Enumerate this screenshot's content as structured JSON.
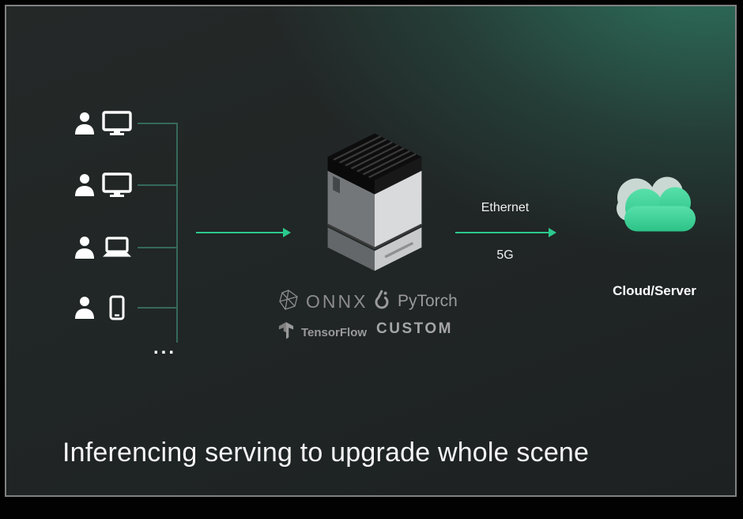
{
  "slide": {
    "title": "Inferencing serving to upgrade whole scene",
    "ellipsis": "...",
    "users": {
      "rows": [
        {
          "device": "desktop"
        },
        {
          "device": "desktop"
        },
        {
          "device": "laptop"
        },
        {
          "device": "phone"
        }
      ]
    },
    "frameworks": {
      "onnx": "ONNX",
      "pytorch": "PyTorch",
      "tensorflow": "TensorFlow",
      "custom": "CUSTOM"
    },
    "connection": {
      "label_top": "Ethernet",
      "label_bottom": "5G"
    },
    "cloud": {
      "label": "Cloud/Server"
    },
    "colors": {
      "accent_green": "#2bc98e",
      "connector_teal": "#35695b",
      "cloud_green": "#3fd69c",
      "cloud_pale": "#c9d8d2",
      "background_teal_glow": "#2e7560",
      "framework_gray": "#9a9a9a"
    }
  }
}
